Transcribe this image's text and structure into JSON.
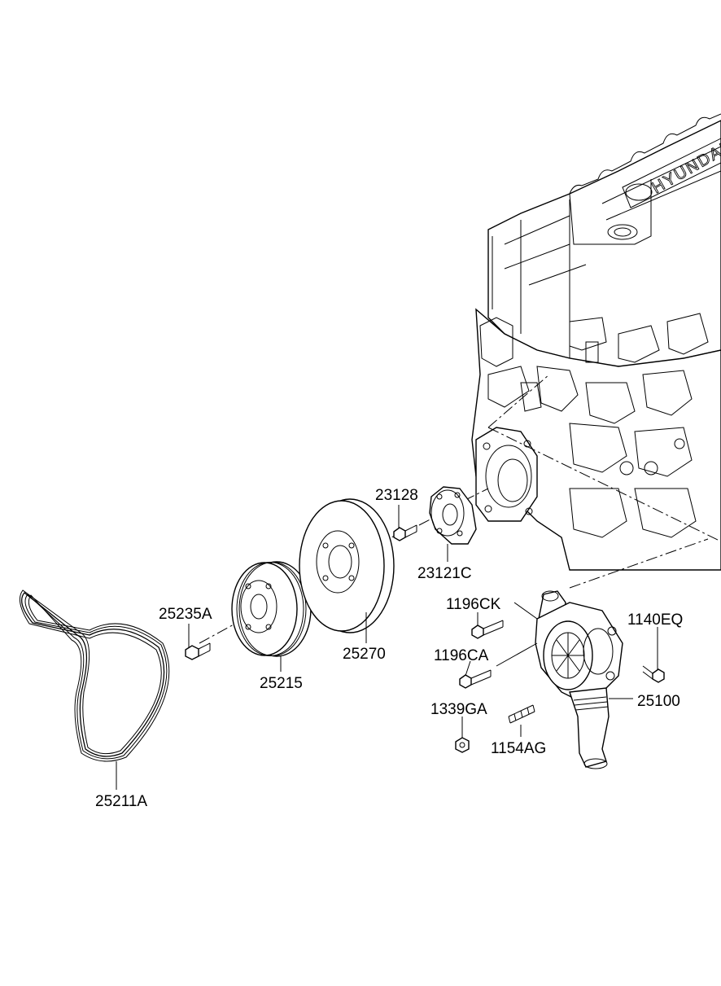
{
  "parts": {
    "engine_block": {
      "badge": "HYUNDAI"
    },
    "labels": {
      "p23128": "23128",
      "p23121C": "23121C",
      "p25270": "25270",
      "p25215": "25215",
      "p25235A": "25235A",
      "p25211A": "25211A",
      "p1196CK": "1196CK",
      "p1196CA": "1196CA",
      "p1140EQ": "1140EQ",
      "p25100": "25100",
      "p1339GA": "1339GA",
      "p1154AG": "1154AG"
    }
  },
  "colors": {
    "line": "#000000",
    "background": "#ffffff"
  }
}
